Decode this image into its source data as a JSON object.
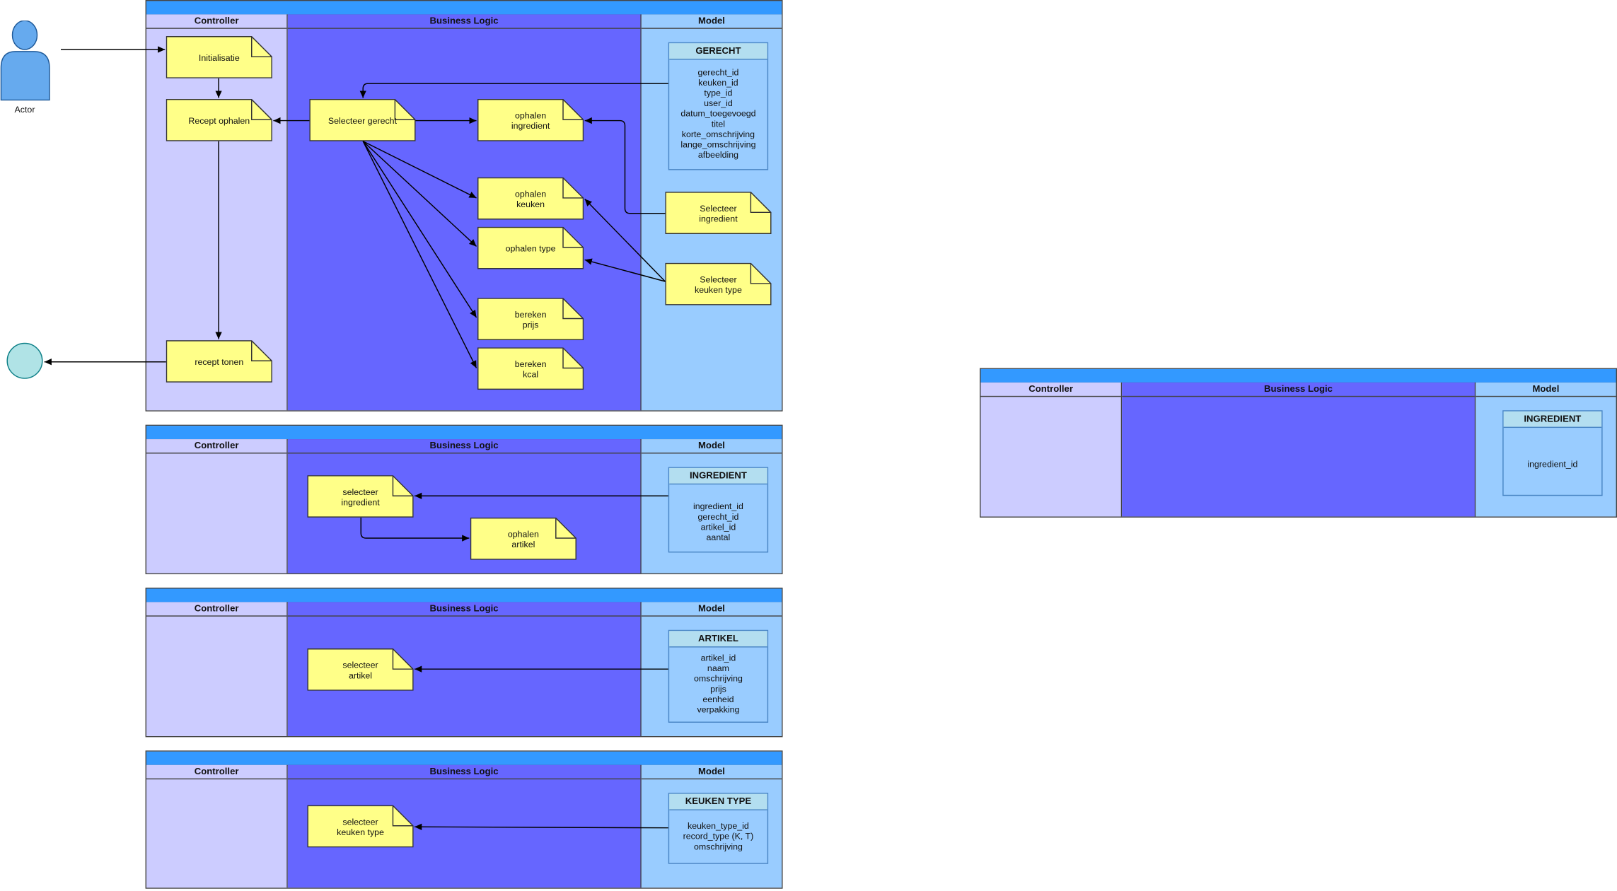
{
  "actor": {
    "label": "Actor"
  },
  "lanes": {
    "controller": "Controller",
    "business": "Business Logic",
    "model": "Model"
  },
  "pools": [
    {
      "notes": {
        "initialisatie": "Initialisatie",
        "recept_ophalen": "Recept ophalen",
        "recept_tonen": "recept tonen",
        "selecteer_gerecht": "Selecteer gerecht",
        "ophalen_ingredient": "ophalen\ningredient",
        "ophalen_keuken": "ophalen\nkeuken",
        "ophalen_type": "ophalen type",
        "bereken_prijs": "bereken\nprijs",
        "bereken_kcal": "bereken\nkcal",
        "selecteer_ingredient": "Selecteer\ningredient",
        "selecteer_keuken_type": "Selecteer\nkeuken type"
      },
      "entity": {
        "name": "GERECHT",
        "fields": [
          "gerecht_id",
          "keuken_id",
          "type_id",
          "user_id",
          "datum_toegevoegd",
          "titel",
          "korte_omschrijving",
          "lange_omschrijving",
          "afbeelding"
        ]
      }
    },
    {
      "notes": {
        "selecteer_ingredient": "selecteer\ningredient",
        "ophalen_artikel": "ophalen\nartikel"
      },
      "entity": {
        "name": "INGREDIENT",
        "fields": [
          "ingredient_id",
          "gerecht_id",
          "artikel_id",
          "aantal"
        ]
      }
    },
    {
      "notes": {
        "selecteer_artikel": "selecteer\nartikel"
      },
      "entity": {
        "name": "ARTIKEL",
        "fields": [
          "artikel_id",
          "naam",
          "omschrijving",
          "prijs",
          "eenheid",
          "verpakking"
        ]
      }
    },
    {
      "notes": {
        "selecteer_keuken_type": "selecteer\nkeuken type"
      },
      "entity": {
        "name": "KEUKEN TYPE",
        "fields": [
          "keuken_type_id",
          "record_type (K, T)",
          "omschrijving"
        ]
      }
    },
    {
      "notes": {},
      "entity": {
        "name": "INGREDIENT",
        "fields": [
          "ingredient_id"
        ]
      }
    }
  ],
  "colors": {
    "pool_header": "#3399ff",
    "controller_lane": "#ccccff",
    "business_lane": "#6666ff",
    "model_lane": "#99ccff",
    "note_fill": "#ffff88",
    "actor_fill": "#66aaee",
    "end_fill": "#b0e3e6"
  },
  "icons": {
    "actor": "person-icon",
    "end": "end-state-icon",
    "note": "note-folded-corner-icon"
  }
}
